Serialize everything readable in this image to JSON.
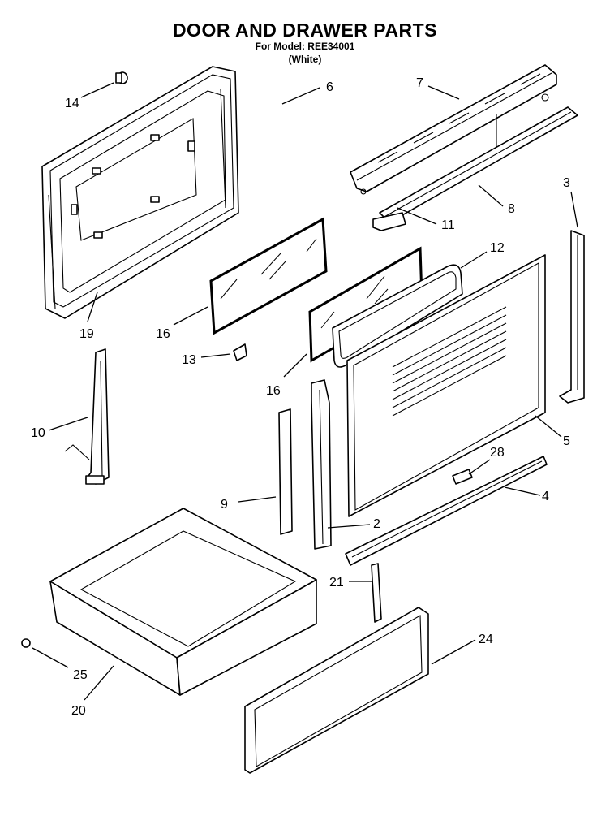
{
  "title": "DOOR AND DRAWER PARTS",
  "subtitle_model": "For Model: REE34001",
  "subtitle_color": "(White)",
  "callouts": {
    "c14": "14",
    "c6": "6",
    "c7": "7",
    "c3": "3",
    "c8": "8",
    "c11": "11",
    "c12": "12",
    "c19": "19",
    "c16a": "16",
    "c13": "13",
    "c16b": "16",
    "c10": "10",
    "c5": "5",
    "c28": "28",
    "c4": "4",
    "c9": "9",
    "c2": "2",
    "c21": "21",
    "c24": "24",
    "c25": "25",
    "c20": "20"
  }
}
